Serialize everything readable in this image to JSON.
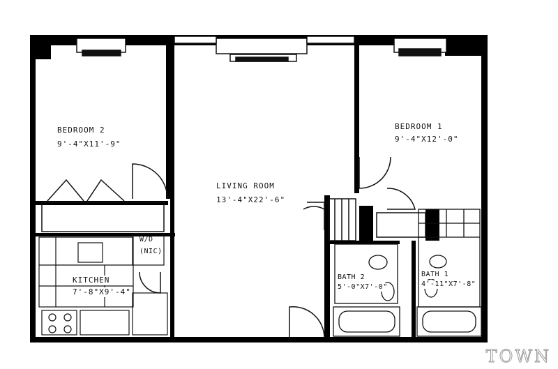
{
  "rooms": {
    "bedroom2": {
      "name": "BEDROOM 2",
      "dims": "9'-4\"X11'-9\""
    },
    "bedroom1": {
      "name": "BEDROOM 1",
      "dims": "9'-4\"X12'-0\""
    },
    "living": {
      "name": "LIVING ROOM",
      "dims": "13'-4\"X22'-6\""
    },
    "kitchen": {
      "name": "KITCHEN",
      "dims": "7'-8\"X9'-4\""
    },
    "bath2": {
      "name": "BATH 2",
      "dims": "5'-0\"X7'-0\""
    },
    "bath1": {
      "name": "BATH 1",
      "dims": "4'-11\"X7'-8\""
    }
  },
  "appliance": {
    "line1": "W/D",
    "line2": "(NIC)"
  },
  "watermark": "TOWN",
  "colors": {
    "wall": "#000000",
    "line": "#1a1a1a",
    "background": "#ffffff"
  }
}
